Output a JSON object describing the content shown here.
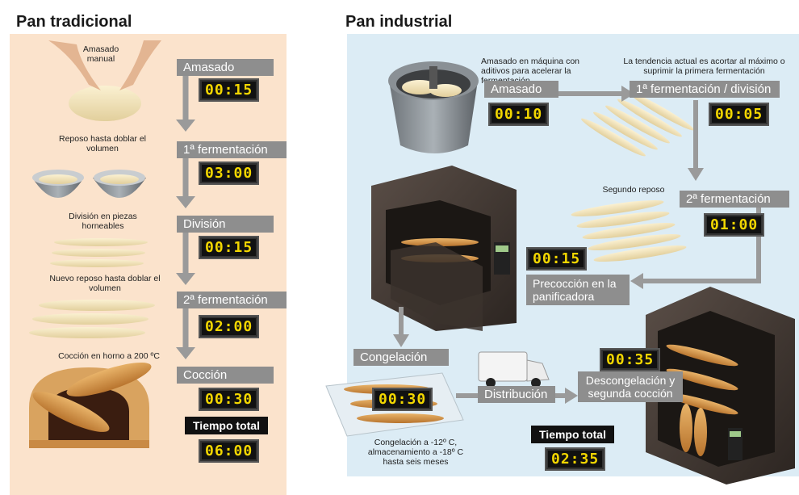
{
  "traditional": {
    "title": "Pan tradicional",
    "captions": {
      "kneading": "Amasado manual",
      "rest": "Reposo hasta doblar el volumen",
      "division": "División en piezas horneables",
      "rest2": "Nuevo reposo hasta doblar el volumen",
      "baking": "Cocción en horno a 200 ºC"
    },
    "steps": [
      {
        "label": "Amasado",
        "time": "00:15"
      },
      {
        "label": "1ª fermentación",
        "time": "03:00"
      },
      {
        "label": "División",
        "time": "00:15"
      },
      {
        "label": "2ª fermentación",
        "time": "02:00"
      },
      {
        "label": "Cocción",
        "time": "00:30"
      }
    ],
    "total_label": "Tiempo total",
    "total_time": "06:00"
  },
  "industrial": {
    "title": "Pan industrial",
    "captions": {
      "kneading": "Amasado en máquina con aditivos para acelerar la fermentación",
      "trend": "La tendencia actual es acortar al máximo o suprimir la primera fermentación",
      "second_rest": "Segundo reposo",
      "freezing": "Congelación a -12º C, almacenamiento a -18º C hasta seis meses"
    },
    "steps": {
      "kneading": {
        "label": "Amasado",
        "time": "00:10"
      },
      "ferment1": {
        "label": "1ª fermentación / división",
        "time": "00:05"
      },
      "ferment2": {
        "label": "2ª fermentación",
        "time": "01:00"
      },
      "precook": {
        "label": "Precocción en la panificadora",
        "time": "00:15"
      },
      "freeze": {
        "label": "Congelación",
        "time": "00:30"
      },
      "distribution": {
        "label": "Distribución"
      },
      "thaw": {
        "label": "Descongelación y segunda cocción",
        "time": "00:35"
      }
    },
    "total_label": "Tiempo total",
    "total_time": "02:35"
  },
  "colors": {
    "traditional_bg": "#fbe3cc",
    "industrial_bg": "#dcecf5",
    "label_gray": "#8e8e8e",
    "timer_digits": "#f2d600"
  }
}
